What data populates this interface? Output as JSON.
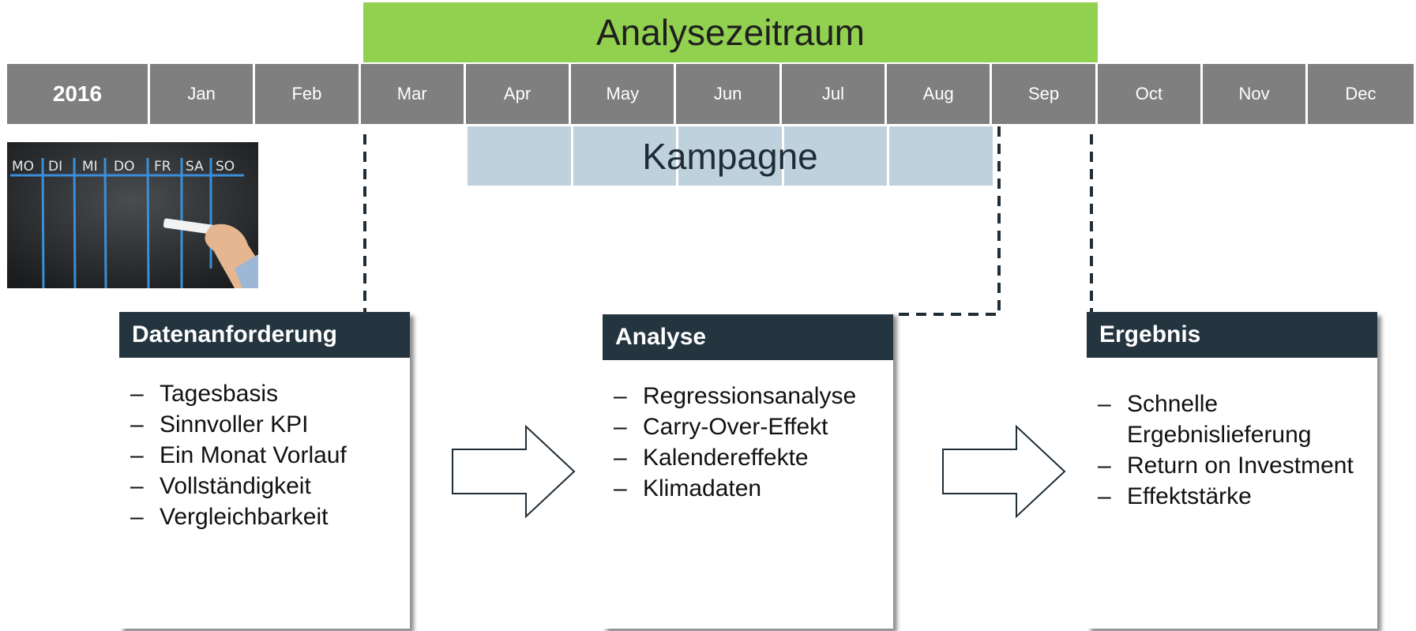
{
  "timeline": {
    "analysis_period_label": "Analysezeitraum",
    "year": "2016",
    "months": [
      "Jan",
      "Feb",
      "Mar",
      "Apr",
      "May",
      "Jun",
      "Jul",
      "Aug",
      "Sep",
      "Oct",
      "Nov",
      "Dec"
    ],
    "campaign_label": "Kampagne"
  },
  "photo": {
    "weekdays": [
      "MO",
      "DI",
      "MI",
      "DO",
      "FR",
      "SA",
      "SO"
    ]
  },
  "boxes": {
    "datenanforderung": {
      "title": "Datenanforderung",
      "items": [
        "Tagesbasis",
        "Sinnvoller KPI",
        "Ein Monat Vorlauf",
        "Vollständigkeit",
        "Vergleichbarkeit"
      ]
    },
    "analyse": {
      "title": "Analyse",
      "items": [
        "Regressionsanalyse",
        "Carry-Over-Effekt",
        "Kalendereffekte",
        "Klimadaten"
      ]
    },
    "ergebnis": {
      "title": "Ergebnis",
      "items": [
        "Schnelle Ergebnislieferung",
        "Return on Investment",
        "Effektstärke"
      ]
    }
  },
  "colors": {
    "analysis_bar": "#92d050",
    "month_cells": "#7f7f7f",
    "campaign": "#bfd1dc",
    "box_header": "#243540"
  }
}
